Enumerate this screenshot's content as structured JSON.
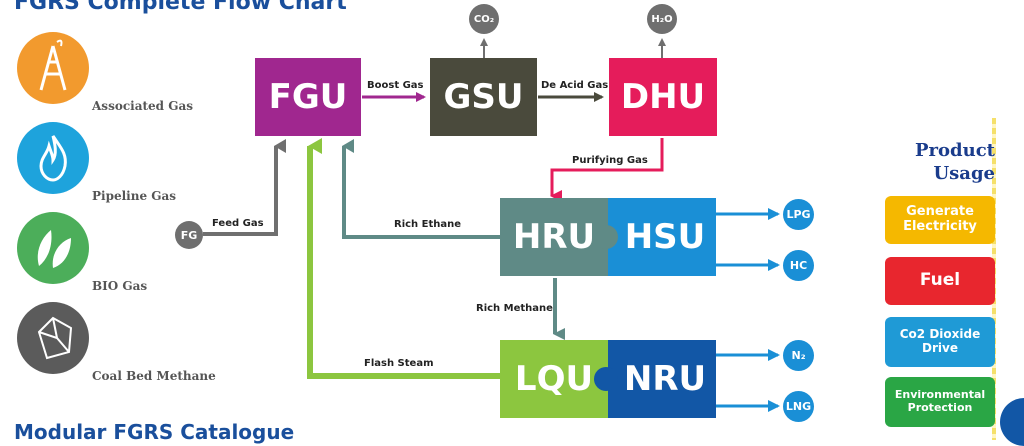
{
  "header": {
    "title": "FGRS  Complete Flow Chart"
  },
  "footer": {
    "title": "Modular FGRS Catalogue"
  },
  "sources": [
    {
      "label": "Associated Gas",
      "color": "#f29a2e",
      "icon": "derrick-icon"
    },
    {
      "label": "Pipeline Gas",
      "color": "#1ea3dc",
      "icon": "flame-icon"
    },
    {
      "label": "BIO Gas",
      "color": "#4cae5a",
      "icon": "leaf-icon"
    },
    {
      "label": "Coal Bed Methane",
      "color": "#5b5b5b",
      "icon": "coal-icon"
    }
  ],
  "units": {
    "fgu": {
      "label": "FGU",
      "color": "#a0278f"
    },
    "gsu": {
      "label": "GSU",
      "color": "#4a4a3c"
    },
    "dhu": {
      "label": "DHU",
      "color": "#e51c5b"
    },
    "hru": {
      "label": "HRU",
      "color": "#5f8a86"
    },
    "hsu": {
      "label": "HSU",
      "color": "#1a8fd6"
    },
    "lqu": {
      "label": "LQU",
      "color": "#8cc63f"
    },
    "nru": {
      "label": "NRU",
      "color": "#1257a6"
    }
  },
  "flows": {
    "boost_gas": "Boost Gas",
    "de_acid_gas": "De Acid Gas",
    "purifying_gas": "Purifying Gas",
    "feed_gas": "Feed Gas",
    "rich_ethane": "Rich Ethane",
    "rich_methane": "Rich Methane",
    "flash_steam": "Flash Steam"
  },
  "nodes": {
    "fg": "FG",
    "co2": "CO₂",
    "h2o": "H₂O",
    "lpg": "LPG",
    "hc": "HC",
    "n2": "N₂",
    "lng": "LNG"
  },
  "colors": {
    "node_gray": "#6f6f6f",
    "node_blue": "#1a8fd6"
  },
  "product_usage": {
    "title_line1": "Product",
    "title_line2": "Usage",
    "items": [
      {
        "label": "Generate Electricity",
        "color": "#f5b800"
      },
      {
        "label": "Fuel",
        "color": "#e8262e"
      },
      {
        "label": "Co2 Dioxide Drive",
        "color": "#1f9ad6"
      },
      {
        "label": "Environmental Protection",
        "color": "#2aa645"
      }
    ]
  }
}
